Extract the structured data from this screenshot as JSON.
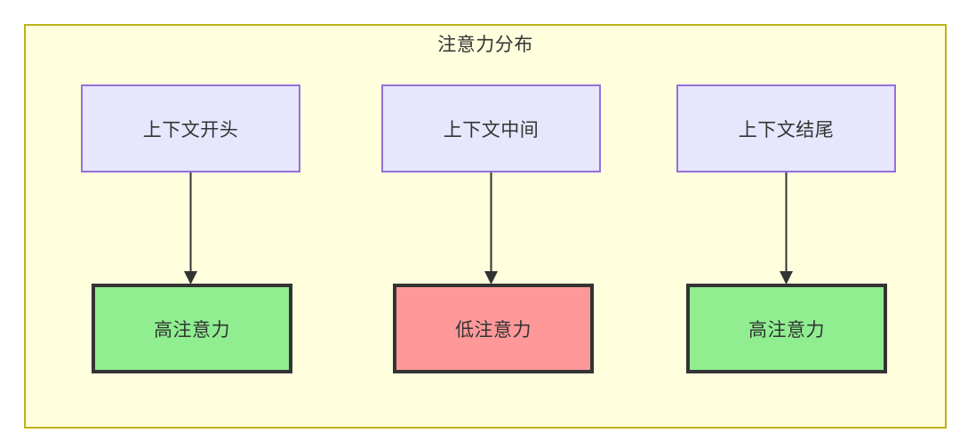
{
  "diagram": {
    "title": "注意力分布",
    "type": "flowchart",
    "background_color": "#ffffde",
    "border_color": "#bdb219",
    "nodes": [
      {
        "id": "context-start",
        "label": "上下文开头",
        "row": "context",
        "fill": "#e6e6fd",
        "stroke": "#9370db"
      },
      {
        "id": "context-middle",
        "label": "上下文中间",
        "row": "context",
        "fill": "#e6e6fd",
        "stroke": "#9370db"
      },
      {
        "id": "context-end",
        "label": "上下文结尾",
        "row": "context",
        "fill": "#e6e6fd",
        "stroke": "#9370db"
      },
      {
        "id": "attention-start",
        "label": "高注意力",
        "row": "attention",
        "fill": "#90ee90",
        "stroke": "#333333"
      },
      {
        "id": "attention-middle",
        "label": "低注意力",
        "row": "attention",
        "fill": "#ff9999",
        "stroke": "#333333"
      },
      {
        "id": "attention-end",
        "label": "高注意力",
        "row": "attention",
        "fill": "#90ee90",
        "stroke": "#333333"
      }
    ],
    "edges": [
      {
        "from": "context-start",
        "to": "attention-start",
        "label": ""
      },
      {
        "from": "context-middle",
        "to": "attention-middle",
        "label": ""
      },
      {
        "from": "context-end",
        "to": "attention-end",
        "label": ""
      }
    ]
  }
}
